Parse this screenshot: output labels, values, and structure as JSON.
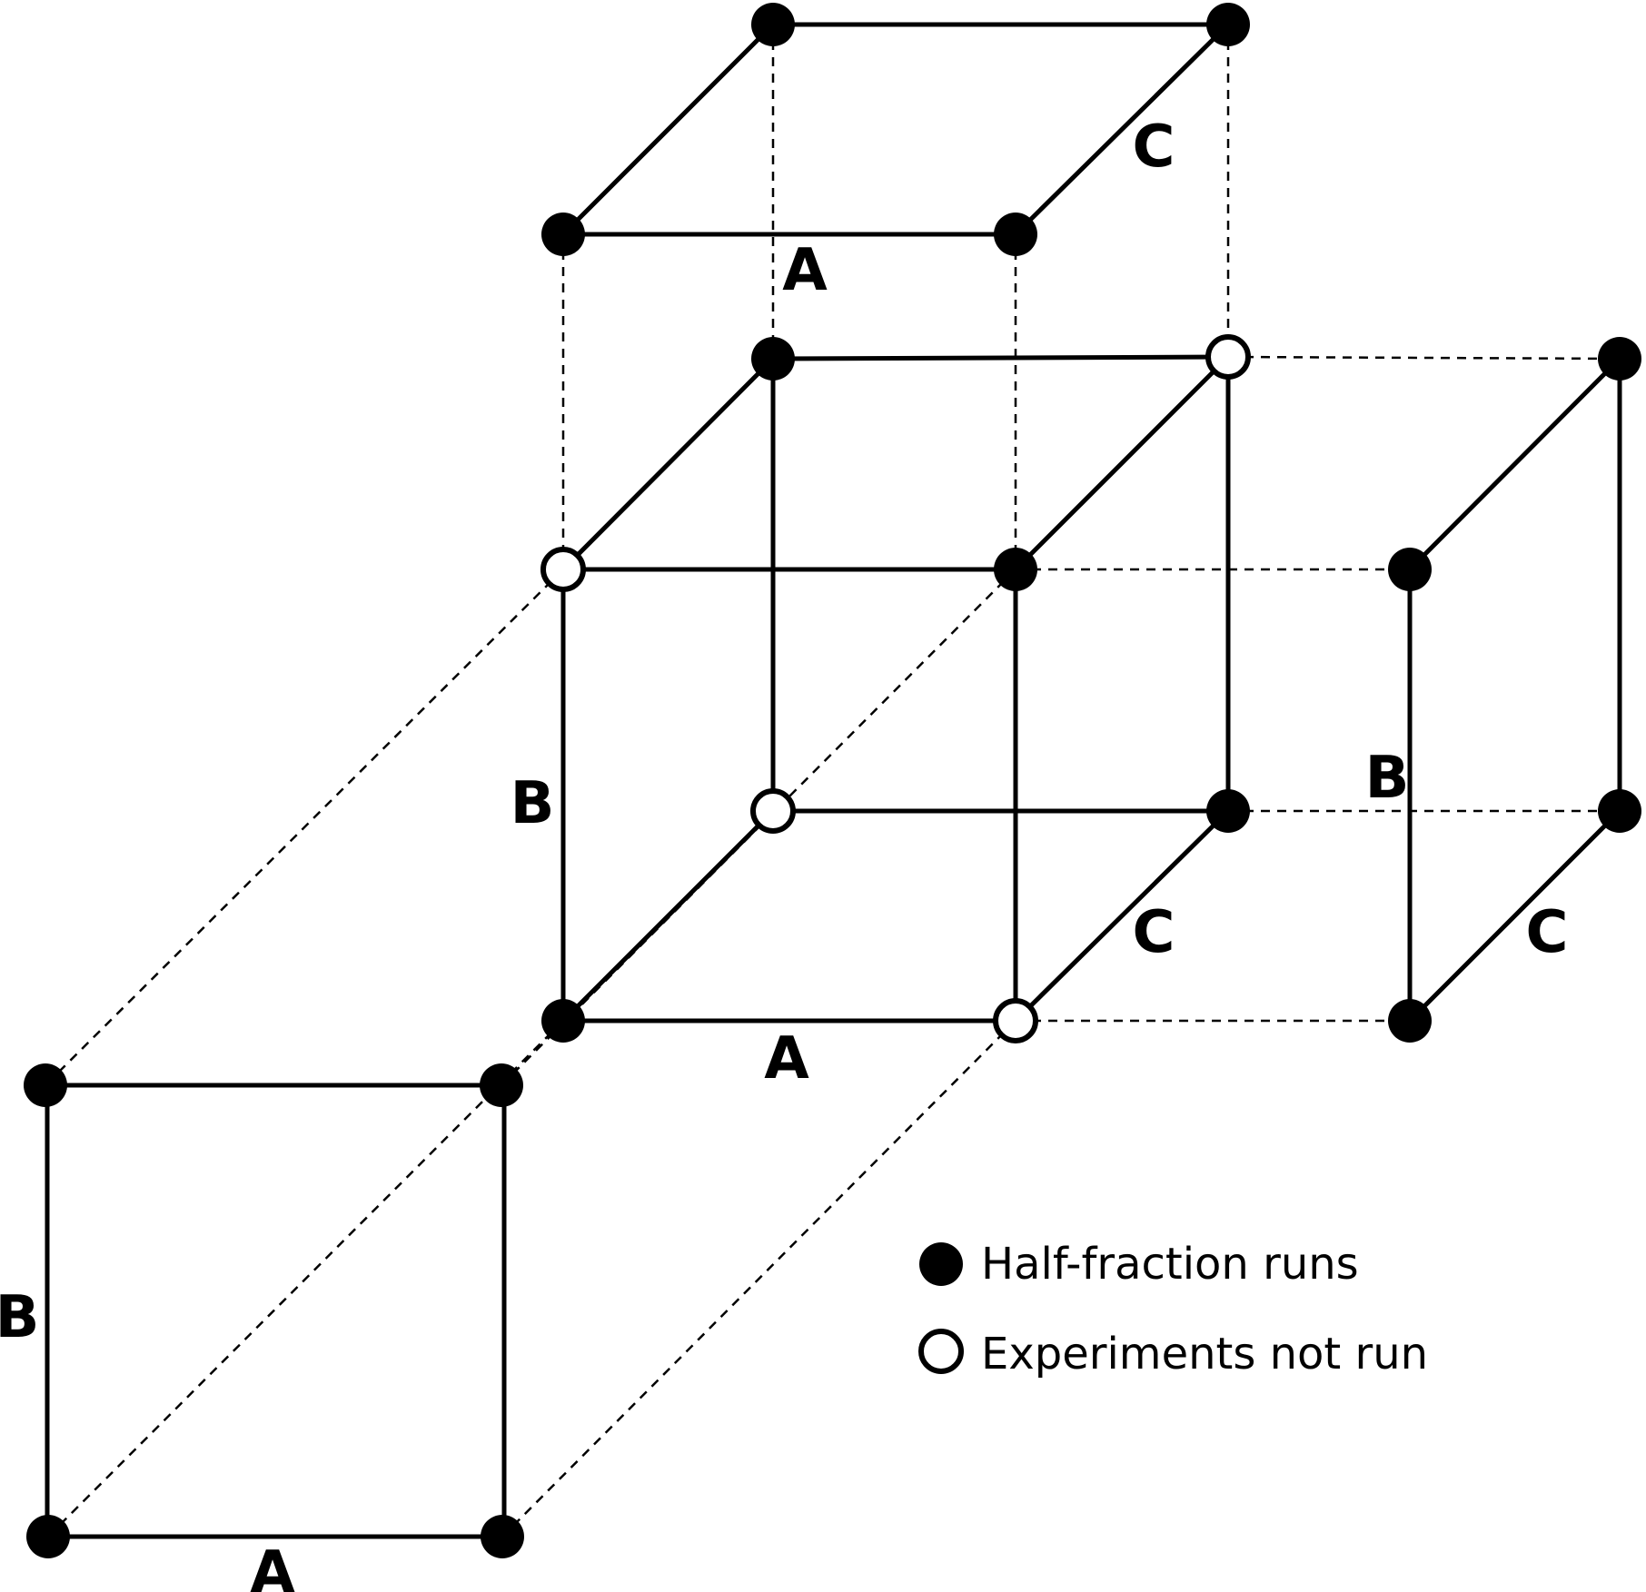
{
  "labels": {
    "top_face_A": "A",
    "top_face_C": "C",
    "cube_B": "B",
    "cube_A": "A",
    "cube_C": "C",
    "right_face_B": "B",
    "right_face_C": "C",
    "front_face_B": "B",
    "front_face_A": "A"
  },
  "legend": {
    "half_fraction_runs": "Half-fraction runs",
    "experiments_not_run": "Experiments not run"
  },
  "colors": {
    "line": "#000000",
    "run_point": "#000000",
    "not_run_point": "#ffffff"
  }
}
